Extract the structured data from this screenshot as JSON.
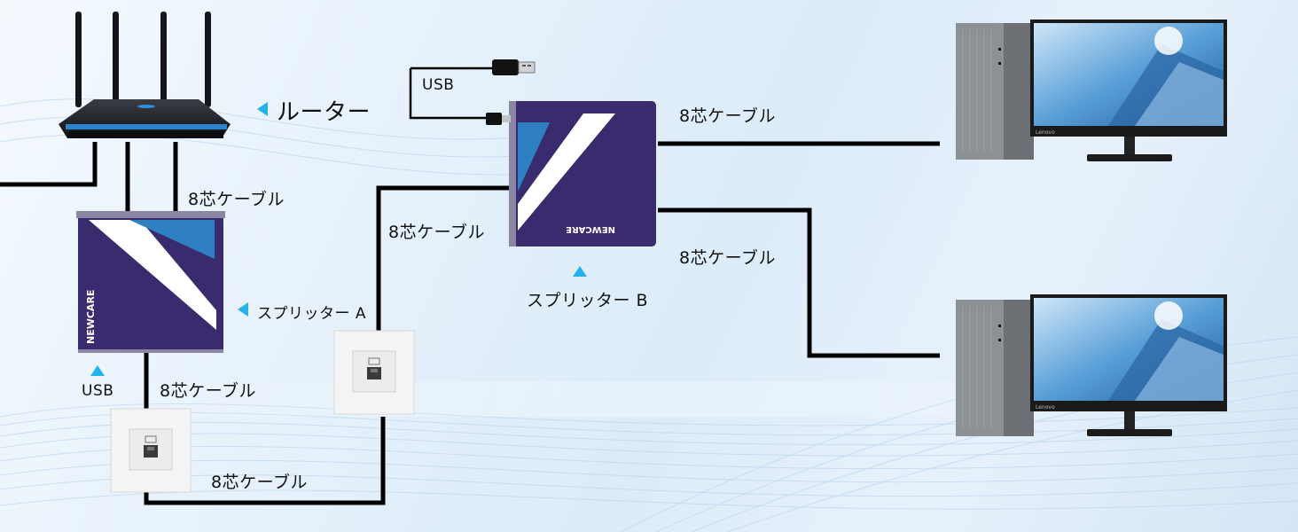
{
  "labels": {
    "router": "ルーター",
    "splitter_a": "スプリッター A",
    "splitter_b": "スプリッター B",
    "usb_top": "USB",
    "usb_bottom": "USB",
    "cable_router_a": "8芯ケーブル",
    "cable_a_plate": "8芯ケーブル",
    "cable_plate_plate": "8芯ケーブル",
    "cable_plate_b": "8芯ケーブル",
    "cable_b_pc1": "8芯ケーブル",
    "cable_b_pc2": "8芯ケーブル"
  },
  "devices": {
    "brand_splitter": "NEWCARE",
    "brand_monitor": "Lenovo"
  },
  "colors": {
    "cable": "#000000",
    "accent": "#23b3ea",
    "splitter_body": "#3a2a6e",
    "splitter_stripe": "#2f7fc3",
    "router_glow": "#2f8fe0"
  },
  "icons": [
    "router-icon",
    "splitter-icon",
    "wall-plate-icon",
    "usb-plug-icon",
    "pc-tower-icon",
    "monitor-icon",
    "pointer-triangle-icon"
  ]
}
